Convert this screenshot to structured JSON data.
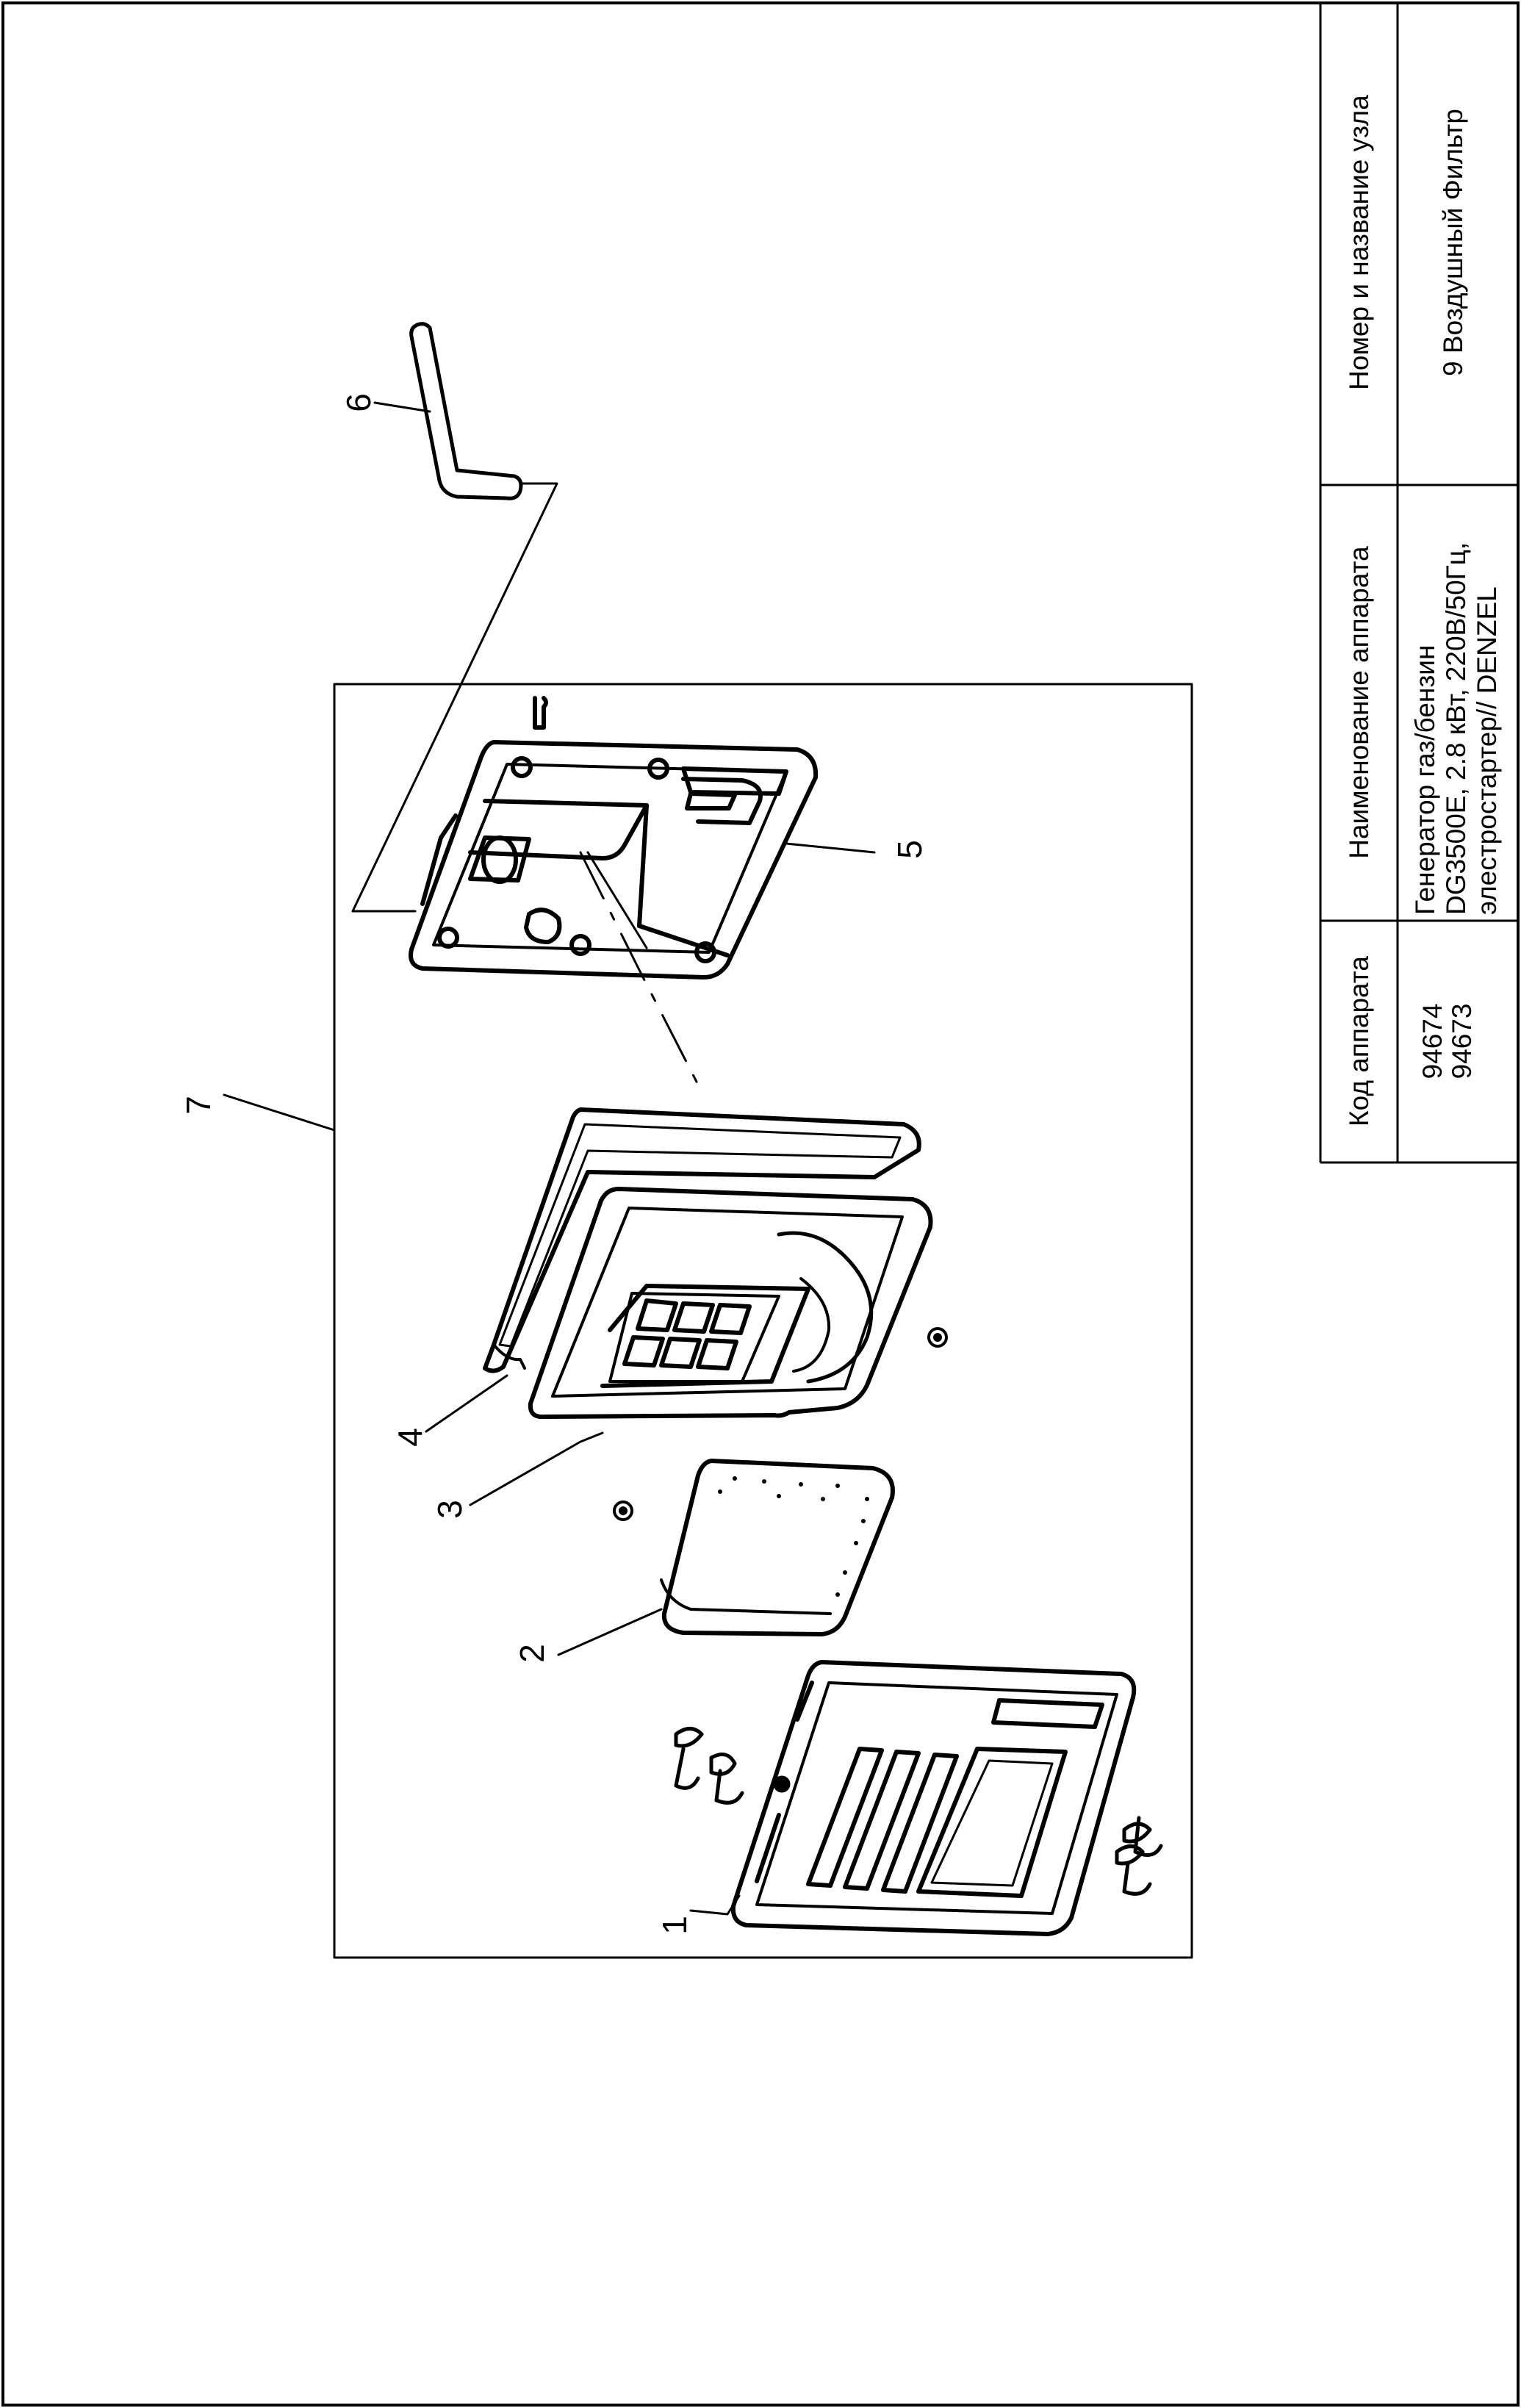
{
  "title_block": {
    "headers": {
      "code": "Код аппарата",
      "device_name": "Наименование аппарата",
      "assembly": "Номер и название узла"
    },
    "codes": [
      "94674",
      "94673"
    ],
    "device_lines": [
      "Генератор газ/бензин",
      "DG3500E, 2.8 кВт, 220В/50Гц,",
      "элестростартер// DENZEL"
    ],
    "assembly_name": "9 Воздушный Фильтр"
  },
  "callouts": [
    "1",
    "2",
    "3",
    "4",
    "5",
    "6",
    "7"
  ],
  "parts": [
    "air-filter-cover",
    "foam-filter-element",
    "filter-frame",
    "filter-gasket",
    "air-filter-base",
    "breather-tube",
    "air-filter-assembly"
  ]
}
